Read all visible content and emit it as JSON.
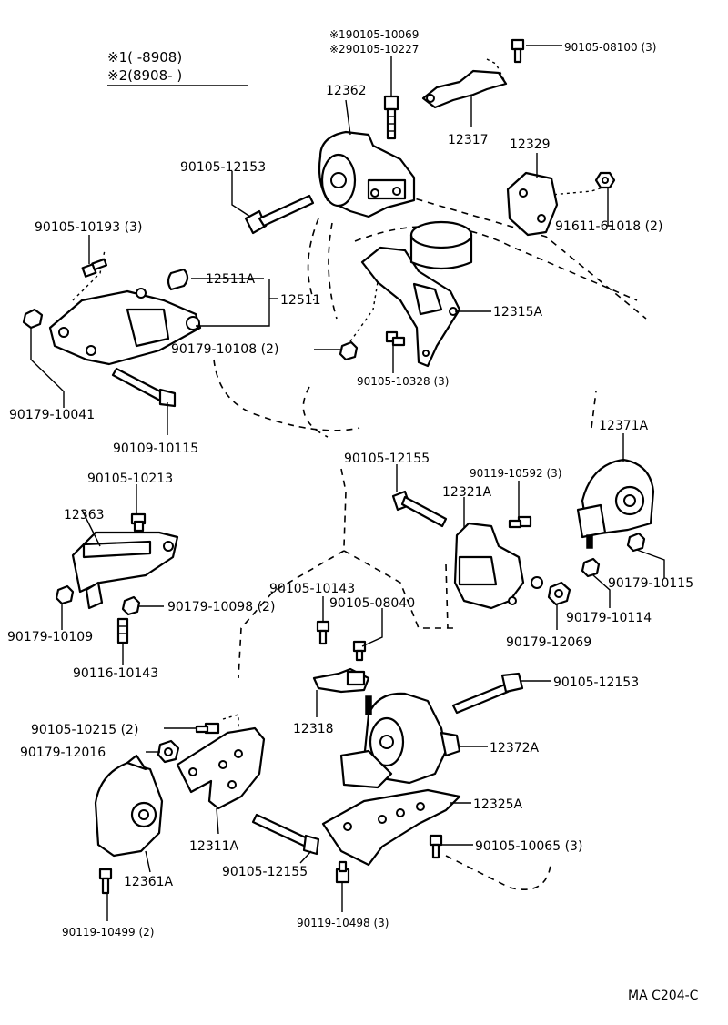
{
  "legend": {
    "line1": "※1(      -8908)",
    "line2": "※2(8908-       )"
  },
  "labels": {
    "p_alt1": "※190105-10069",
    "p_alt2": "※290105-10227",
    "p_90105_08100": "90105-08100 (3)",
    "p_12362": "12362",
    "p_12317": "12317",
    "p_12329": "12329",
    "p_90105_12153_top": "90105-12153",
    "p_91611_61018": "91611-61018 (2)",
    "p_90105_10193": "90105-10193 (3)",
    "p_12511A": "12511A",
    "p_12511": "12511",
    "p_12315A": "12315A",
    "p_90179_10108": "90179-10108 (2)",
    "p_90105_10328": "90105-10328 (3)",
    "p_90179_10041": "90179-10041",
    "p_90109_10115": "90109-10115",
    "p_90105_12155_mid": "90105-12155",
    "p_90119_10592": "90119-10592 (3)",
    "p_12371A": "12371A",
    "p_90105_10213": "90105-10213",
    "p_12321A": "12321A",
    "p_12363": "12363",
    "p_90105_10143": "90105-10143",
    "p_90179_10115": "90179-10115",
    "p_90105_08040": "90105-08040",
    "p_90179_10114": "90179-10114",
    "p_90179_10098": "90179-10098 (2)",
    "p_90179_10109": "90179-10109",
    "p_90179_12069": "90179-12069",
    "p_90116_10143": "90116-10143",
    "p_90105_12153_bot": "90105-12153",
    "p_90105_10215": "90105-10215 (2)",
    "p_12318": "12318",
    "p_90179_12016": "90179-12016",
    "p_12372A": "12372A",
    "p_12325A": "12325A",
    "p_12311A": "12311A",
    "p_90105_10065": "90105-10065 (3)",
    "p_90105_12155_bot": "90105-12155",
    "p_12361A": "12361A",
    "p_90119_10499": "90119-10499 (2)",
    "p_90119_10498": "90119-10498 (3)"
  },
  "footer_code": "MA  C204-C"
}
